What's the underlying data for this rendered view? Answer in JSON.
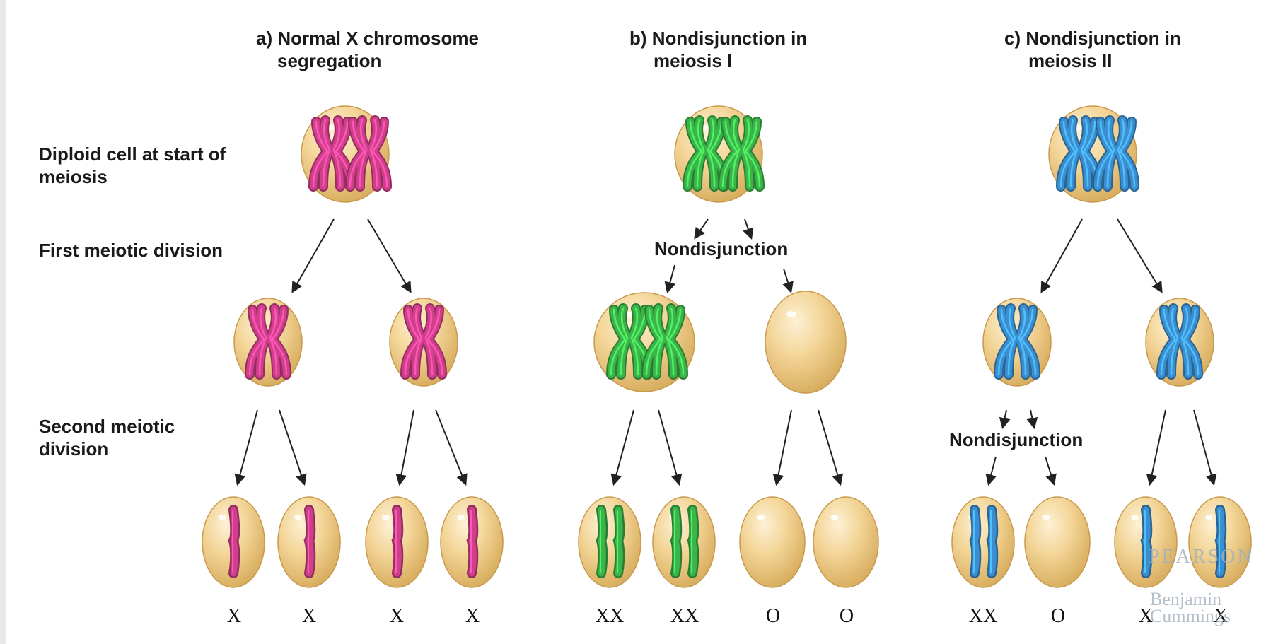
{
  "rows": {
    "diploid": "Diploid cell at start of meiosis",
    "diploid_line1": "Diploid cell at start of",
    "diploid_line2": "meiosis",
    "first": "First meiotic division",
    "second_line1": "Second meiotic",
    "second_line2": "division"
  },
  "panels": [
    {
      "title_line1": "a) Normal X chromosome",
      "title_line2": "segregation",
      "color": "#d0408a",
      "genotypes": [
        "X",
        "X",
        "X",
        "X"
      ]
    },
    {
      "title_line1": "b) Nondisjunction in",
      "title_line2": "meiosis I",
      "color": "#3bb44a",
      "nondisjunction_label": "Nondisjunction",
      "genotypes": [
        "XX",
        "XX",
        "O",
        "O"
      ]
    },
    {
      "title_line1": "c) Nondisjunction in",
      "title_line2": "meiosis II",
      "color": "#3b8fd0",
      "nondisjunction_label": "Nondisjunction",
      "genotypes": [
        "XX",
        "O",
        "X",
        "X"
      ]
    }
  ],
  "cell_color": "#f2cf8a",
  "watermark": {
    "publisher": "PEARSON",
    "imprint_line1": "Benjamin",
    "imprint_line2": "Cummings"
  }
}
